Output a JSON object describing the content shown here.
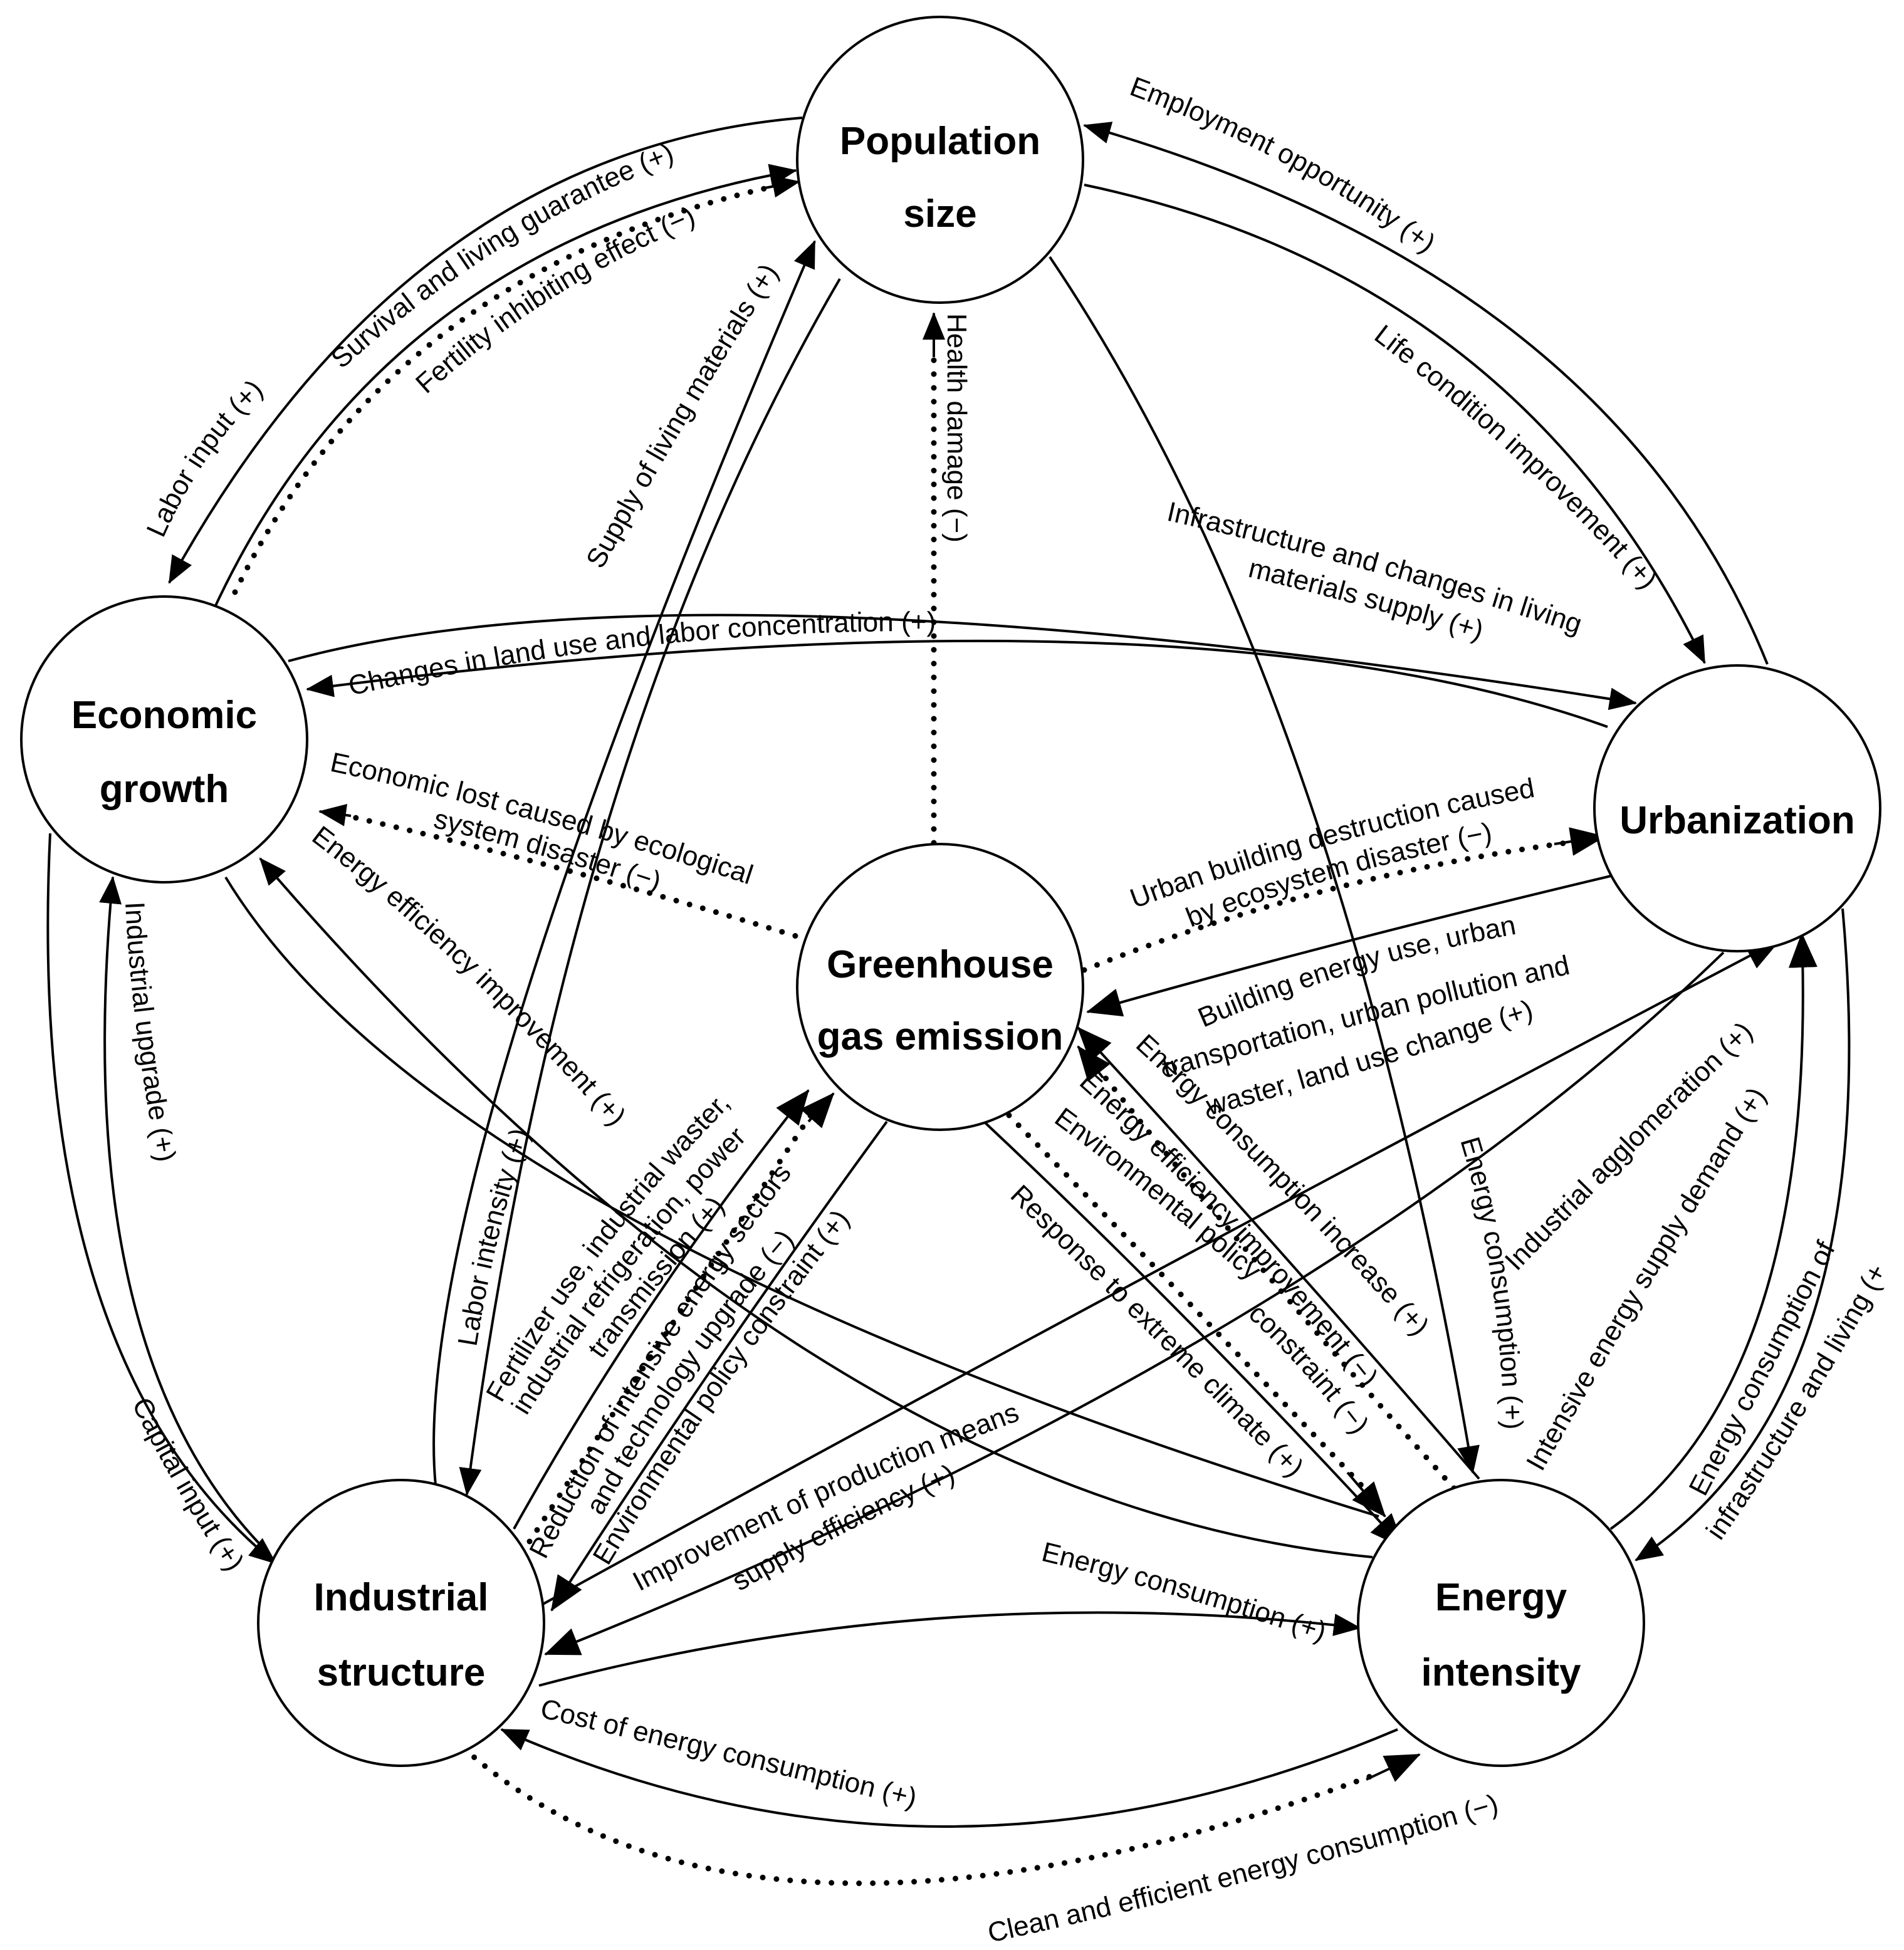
{
  "nodes": {
    "population": [
      "Population",
      "size"
    ],
    "economic": [
      "Economic",
      "growth"
    ],
    "urbanization": [
      "Urbanization"
    ],
    "ghg": [
      "Greenhouse",
      "gas emission"
    ],
    "industrial": [
      "Industrial",
      "structure"
    ],
    "energy": [
      "Energy",
      "intensity"
    ]
  },
  "edges": {
    "employment": "Employment opportunity (+)",
    "life_condition": "Life condition improvement (+)",
    "infrastructure": [
      "Infrastructure and changes in living",
      "materials supply (+)"
    ],
    "land_use": "Changes in land use and labor concentration (+)",
    "labor_input": "Labor input (+)",
    "survival": "Survival and living guarantee (+)",
    "fertility": "Fertility inhibiting effect (−)",
    "supply_living": "Supply of living materials (+)",
    "health": "Health damage (−)",
    "economic_lost": [
      "Economic lost caused by ecological",
      "system disaster (−)"
    ],
    "urban_building": [
      "Urban building destruction caused",
      "by ecosystem disaster (−)"
    ],
    "building_energy": [
      "Building energy use, urban",
      "transportation, urban pollution and",
      "waster, land use change (+)"
    ],
    "industrial_upgrade": "Industrial upgrade (+)",
    "energy_eff_improvement_econ": "Energy efficiency improvement (+)",
    "labor_intensity": "Labor intensity (+)",
    "fertilizer": [
      "Fertilizer use, industrial waster,",
      "industrial refrigeration, power",
      "transmission (+)"
    ],
    "reduction": [
      "Reduction of intensive energy sectors",
      "and technology upgrade (−)"
    ],
    "env_policy_ind": "Environmental policy constraint (+)",
    "energy_cons_increase": "Energy consumption increase (+)",
    "energy_eff_improvement": "Energy efficiency improvement (−)",
    "env_policy_energy": [
      "Environmental policy",
      "constraint (−)"
    ],
    "extreme_climate": "Response to extreme climate (+)",
    "energy_consumption_pop": "Energy consumption (+)",
    "industrial_agglomeration": "Industrial agglomeration (+)",
    "intensive_supply": "Intensive energy supply demand (+)",
    "infra_living": [
      "Energy consumption of",
      "infrastructure and living (+)"
    ],
    "capital_input": "Capital input (+)",
    "improvement_production": [
      "Improvement of production means",
      "supply efficiency (+)"
    ],
    "energy_consumption_ind": "Energy consumption (+)",
    "cost_energy": "Cost of energy consumption (+)",
    "clean_efficient": "Clean and efficient energy consumption (−)"
  }
}
